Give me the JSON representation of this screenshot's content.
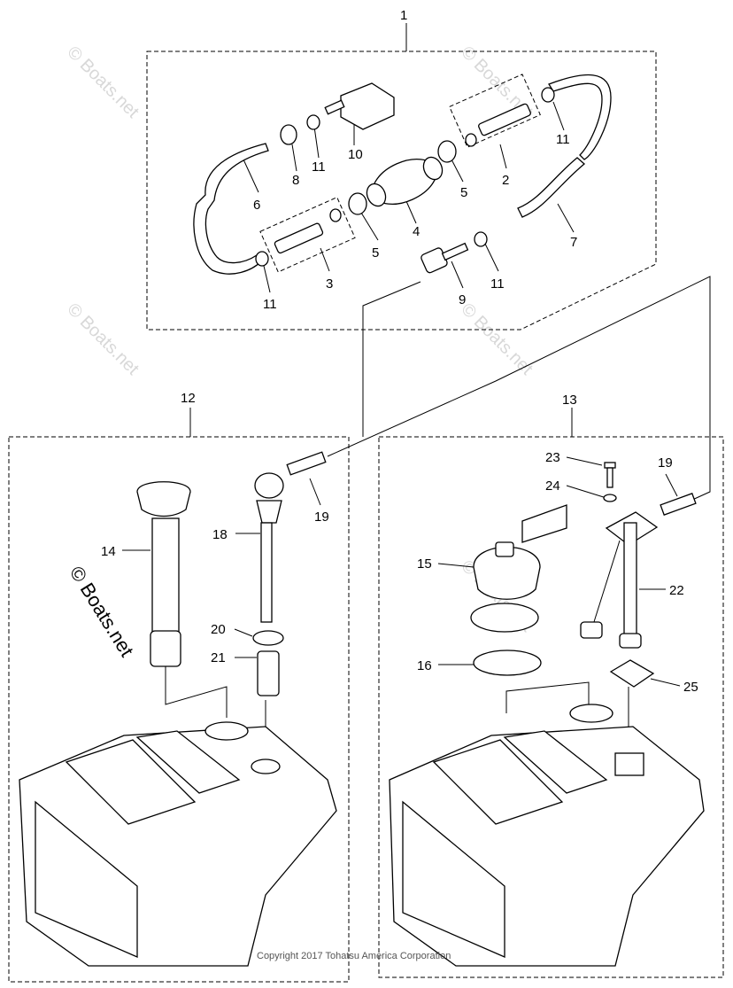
{
  "callouts": {
    "c1": "1",
    "c2": "2",
    "c3": "3",
    "c4": "4",
    "c5a": "5",
    "c5b": "5",
    "c6": "6",
    "c7": "7",
    "c8": "8",
    "c9": "9",
    "c10": "10",
    "c11a": "11",
    "c11b": "11",
    "c11c": "11",
    "c11d": "11",
    "c12": "12",
    "c13": "13",
    "c14": "14",
    "c15": "15",
    "c16": "16",
    "c18": "18",
    "c19a": "19",
    "c19b": "19",
    "c20": "20",
    "c21": "21",
    "c22": "22",
    "c23": "23",
    "c24": "24",
    "c25": "25"
  },
  "watermark": {
    "text": "© Boats.net",
    "color": "#d8d8d8"
  },
  "copyright": "Copyright 2017 Tohatsu America Corporation"
}
